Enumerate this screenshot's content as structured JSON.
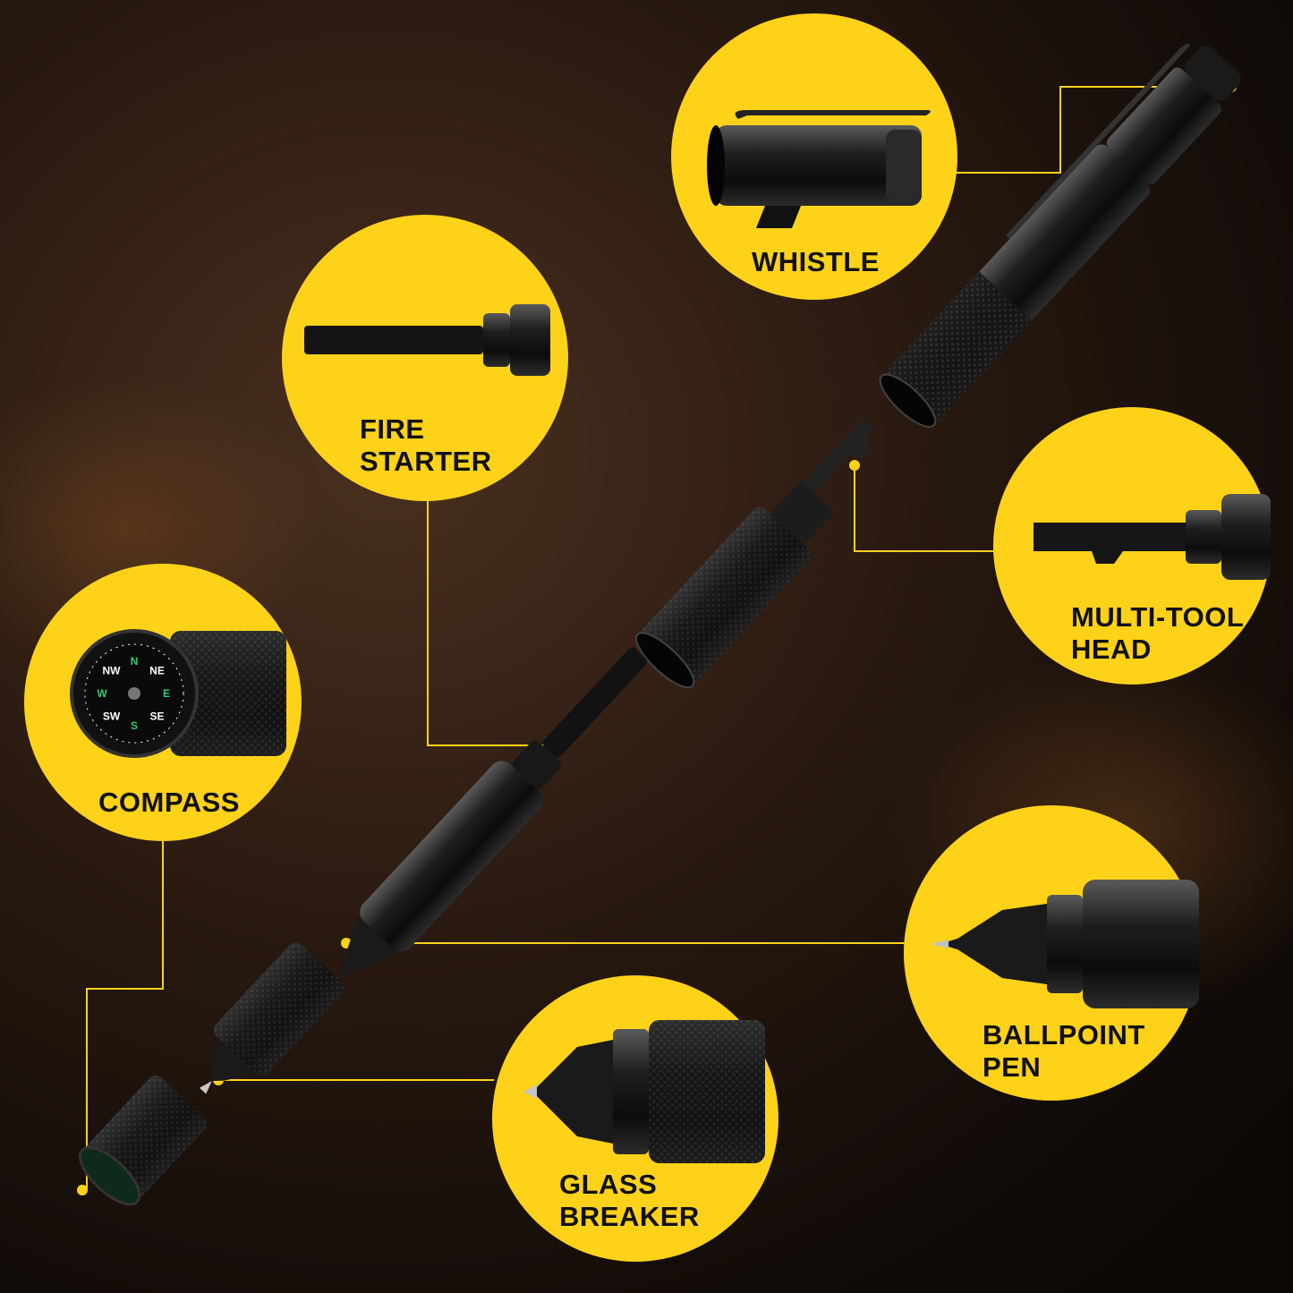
{
  "theme": {
    "accent": "#FFD21A",
    "background": "#1a120b",
    "label_color": "#111111"
  },
  "features": {
    "whistle": {
      "label": "WHISTLE",
      "icon": "whistle-cap"
    },
    "fire_starter": {
      "label": "FIRE\nSTARTER",
      "icon": "ferro-rod"
    },
    "multi_tool_head": {
      "label": "MULTI-TOOL\nHEAD",
      "icon": "multi-tool"
    },
    "compass": {
      "label": "COMPASS",
      "icon": "compass-cap"
    },
    "ballpoint_pen": {
      "label": "BALLPOINT\nPEN",
      "icon": "pen-tip"
    },
    "glass_breaker": {
      "label": "GLASS\nBREAKER",
      "icon": "glass-breaker-tip"
    }
  },
  "compass_dial": {
    "points": [
      "NW",
      "N",
      "NE",
      "E",
      "SE",
      "S",
      "SW",
      "W"
    ]
  }
}
